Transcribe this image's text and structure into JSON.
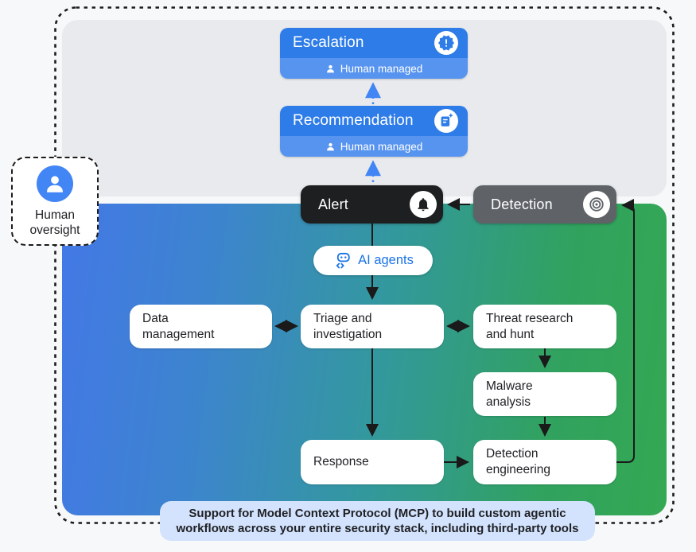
{
  "colors": {
    "page_bg": "#f7f8f9",
    "gray_panel": "#e8eaed",
    "gradient_blue": "#4378e6",
    "gradient_green": "#34a853",
    "primary_blue": "#2e7ce8",
    "light_blue_bar": "#5794f0",
    "alert_black": "#1d1f21",
    "detection_gray": "#5f6368",
    "link_blue": "#1a73e8",
    "avatar_blue": "#4285f4",
    "banner_bg": "#d3e3fd"
  },
  "human_oversight": {
    "label": "Human oversight"
  },
  "escalation": {
    "label": "Escalation",
    "managed": "Human managed"
  },
  "recommendation": {
    "label": "Recommendation",
    "managed": "Human managed"
  },
  "alert": {
    "label": "Alert"
  },
  "detection": {
    "label": "Detection"
  },
  "ai_agents": {
    "label": "AI agents"
  },
  "nodes": {
    "data_management": {
      "line1": "Data",
      "line2": "management"
    },
    "triage": {
      "line1": "Triage and",
      "line2": "investigation"
    },
    "threat": {
      "line1": "Threat research",
      "line2": "and hunt"
    },
    "malware": {
      "line1": "Malware",
      "line2": "analysis"
    },
    "response": {
      "line1": "Response",
      "line2": ""
    },
    "detection_engineering": {
      "line1": "Detection",
      "line2": "engineering"
    }
  },
  "banner": {
    "line1": "Support for Model Context Protocol (MCP) to build custom agentic",
    "line2": "workflows across your entire security stack, including third-party tools"
  }
}
